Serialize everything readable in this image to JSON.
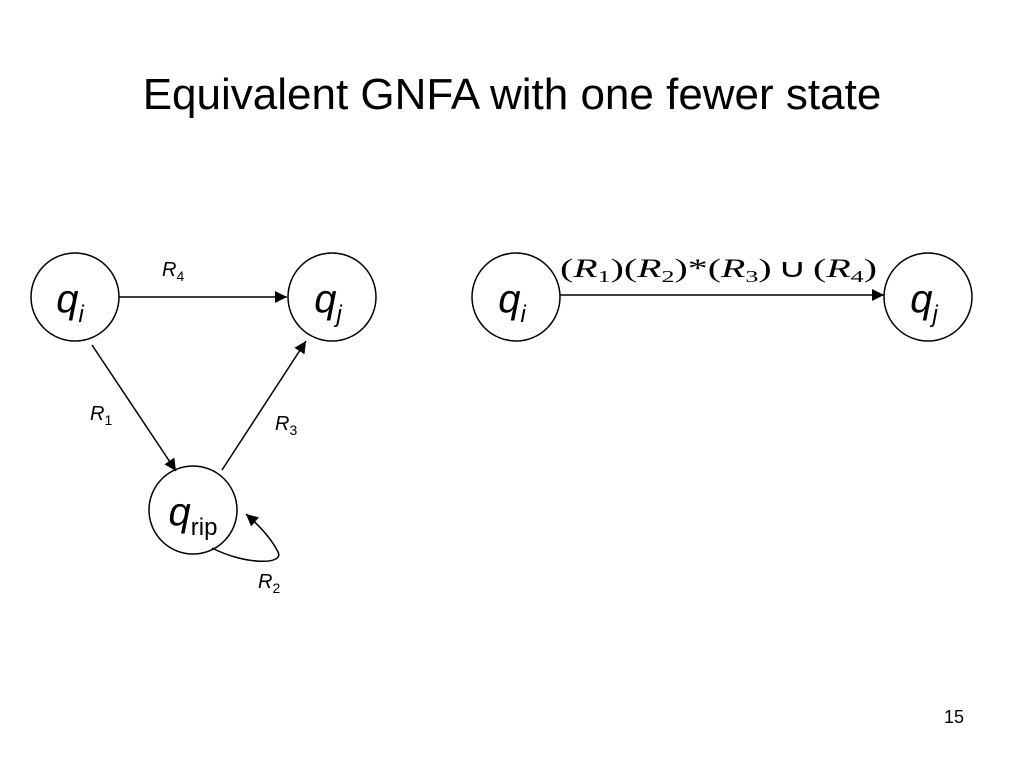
{
  "title": "Equivalent GNFA with one fewer state",
  "page_number": "15",
  "left_diagram": {
    "states": {
      "qi": {
        "base": "q",
        "sub": "i"
      },
      "qj": {
        "base": "q",
        "sub": "j"
      },
      "qrip": {
        "base": "q",
        "sub": "rip"
      }
    },
    "edges": {
      "r4": {
        "base": "R",
        "sub": "4"
      },
      "r1": {
        "base": "R",
        "sub": "1"
      },
      "r3": {
        "base": "R",
        "sub": "3"
      },
      "r2": {
        "base": "R",
        "sub": "2"
      }
    }
  },
  "right_diagram": {
    "states": {
      "qi": {
        "base": "q",
        "sub": "i"
      },
      "qj": {
        "base": "q",
        "sub": "j"
      }
    },
    "expression": {
      "p1": "(",
      "r1": "R",
      "r1_sub": "1",
      "p2": ")(",
      "r2": "R",
      "r2_sub": "2",
      "p3": ")*(",
      "r3": "R",
      "r3_sub": "3",
      "p4": ")",
      "union": "∪",
      "p5": "(",
      "r4": "R",
      "r4_sub": "4",
      "p6": ")"
    }
  }
}
